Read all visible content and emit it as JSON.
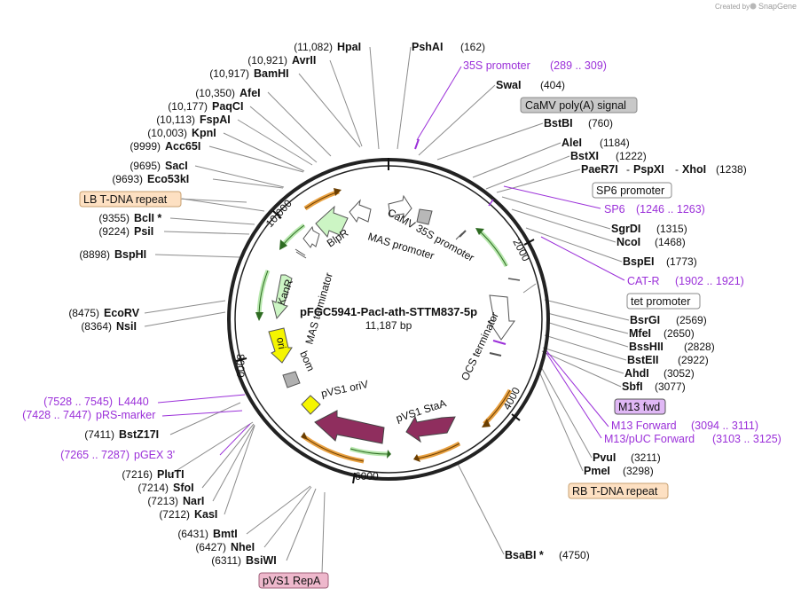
{
  "credit": {
    "prefix": "Created by",
    "brand": "SnapGene"
  },
  "plasmid": {
    "name": "pFGC5941-PacI-ath-STTM837-5p",
    "length": "11,187 bp"
  },
  "tick_labels": [
    "2000",
    "4000",
    "6000",
    "8000",
    "10,000"
  ],
  "sites_top": [
    {
      "name": "HpaI",
      "pos": "(11,082)"
    },
    {
      "name": "AvrII",
      "pos": "(10,921)"
    },
    {
      "name": "BamHI",
      "pos": "(10,917)"
    },
    {
      "name": "AfeI",
      "pos": "(10,350)"
    },
    {
      "name": "PaqCI",
      "pos": "(10,177)"
    },
    {
      "name": "FspAI",
      "pos": "(10,113)"
    },
    {
      "name": "KpnI",
      "pos": "(10,003)"
    },
    {
      "name": "Acc65I",
      "pos": "(9999)"
    },
    {
      "name": "SacI",
      "pos": "(9695)"
    },
    {
      "name": "Eco53kI",
      "pos": "(9693)"
    },
    {
      "name": "BclI *",
      "pos": "(9355)"
    },
    {
      "name": "PsiI",
      "pos": "(9224)"
    },
    {
      "name": "BspHI",
      "pos": "(8898)"
    },
    {
      "name": "EcoRV",
      "pos": "(8475)"
    },
    {
      "name": "NsiI",
      "pos": "(8364)"
    },
    {
      "name": "BstZ17I",
      "pos": "(7411)"
    },
    {
      "name": "PluTI",
      "pos": "(7216)"
    },
    {
      "name": "SfoI",
      "pos": "(7214)"
    },
    {
      "name": "NarI",
      "pos": "(7213)"
    },
    {
      "name": "KasI",
      "pos": "(7212)"
    },
    {
      "name": "BmtI",
      "pos": "(6431)"
    },
    {
      "name": "NheI",
      "pos": "(6427)"
    },
    {
      "name": "BsiWI",
      "pos": "(6311)"
    }
  ],
  "sites_right": [
    {
      "name": "PshAI",
      "pos": "(162)"
    },
    {
      "name": "SwaI",
      "pos": "(404)"
    },
    {
      "name": "BstBI",
      "pos": "(760)"
    },
    {
      "name": "AleI",
      "pos": "(1184)"
    },
    {
      "name": "BstXI",
      "pos": "(1222)"
    },
    {
      "name": "SgrDI",
      "pos": "(1315)"
    },
    {
      "name": "NcoI",
      "pos": "(1468)"
    },
    {
      "name": "BspEI",
      "pos": "(1773)"
    },
    {
      "name": "BsrGI",
      "pos": "(2569)"
    },
    {
      "name": "MfeI",
      "pos": "(2650)"
    },
    {
      "name": "BssHII",
      "pos": "(2828)"
    },
    {
      "name": "BstEII",
      "pos": "(2922)"
    },
    {
      "name": "AhdI",
      "pos": "(3052)"
    },
    {
      "name": "SbfI",
      "pos": "(3077)"
    },
    {
      "name": "PvuI",
      "pos": "(3211)"
    },
    {
      "name": "PmeI",
      "pos": "(3298)"
    },
    {
      "name": "BsaBI *",
      "pos": "(4750)"
    }
  ],
  "multi_site": {
    "a": "PaeR7I",
    "b": "PspXI",
    "c": "XhoI",
    "pos": "(1238)"
  },
  "primers": [
    {
      "name": "35S promoter",
      "range": "(289 .. 309)"
    },
    {
      "name": "SP6",
      "range": "(1246 .. 1263)"
    },
    {
      "name": "CAT-R",
      "range": "(1902 .. 1921)"
    },
    {
      "name": "M13 Forward",
      "range": "(3094 .. 3111)"
    },
    {
      "name": "M13/pUC Forward",
      "range": "(3103 .. 3125)"
    },
    {
      "name": "L4440",
      "range": "(7528 .. 7545)"
    },
    {
      "name": "pRS-marker",
      "range": "(7428 .. 7447)"
    },
    {
      "name": "pGEX 3'",
      "range": "(7265 .. 7287)"
    }
  ],
  "boxes": {
    "camv_polya": "CaMV poly(A) signal",
    "sp6_promoter": "SP6 promoter",
    "tet_promoter": "tet promoter",
    "m13_fwd": "M13 fwd",
    "rb_repeat": "RB T-DNA repeat",
    "lb_repeat": "LB T-DNA repeat",
    "pvs1_repa": "pVS1 RepA"
  },
  "inner_labels": {
    "camv35s": "CaMV 35S promoter",
    "mas_promoter": "MAS promoter",
    "blpr": "BlpR",
    "mas_terminator": "MAS terminator",
    "kanr": "KanR",
    "ori": "ori",
    "bom": "bom",
    "ocs_terminator": "OCS terminator",
    "pvs1_stab": "pVS1 StaA",
    "pvs1_oriv": "pVS1 oriV"
  },
  "colors": {
    "primer": "#9b30d9",
    "line": "#8c8c8c",
    "gene_green": "#ccf5c4",
    "pvs1": "#8f2e5e",
    "ori_yellow": "#f5f500",
    "rb_fill": "#fde0c2",
    "repa_fill": "#eeb8cc",
    "m13_fill": "#e0b8f5",
    "camv_fill": "#c8c8c8"
  }
}
